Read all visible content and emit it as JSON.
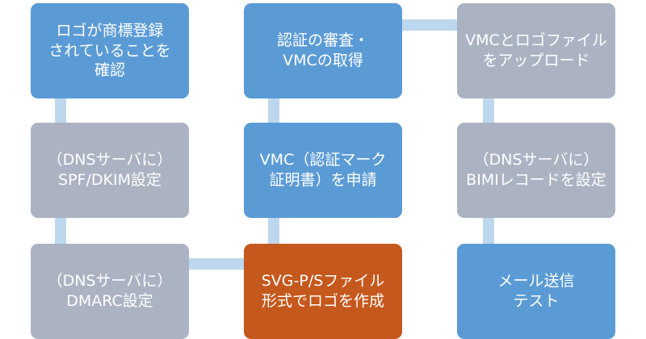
{
  "steps": [
    {
      "id": "trademark",
      "label": "ロゴが商標登録\nされていることを\n確認",
      "state": "blue"
    },
    {
      "id": "spf-dkim",
      "label": "（DNSサーバに）\nSPF/DKIM設定",
      "state": "gray"
    },
    {
      "id": "dmarc",
      "label": "（DNSサーバに）\nDMARC設定",
      "state": "gray"
    },
    {
      "id": "svg-ps",
      "label": "SVG-P/Sファイル\n形式でロゴを作成",
      "state": "orange"
    },
    {
      "id": "vmc-apply",
      "label": "VMC（認証マーク\n証明書）を申請",
      "state": "blue"
    },
    {
      "id": "vmc-review",
      "label": "認証の審査・\nVMCの取得",
      "state": "blue"
    },
    {
      "id": "upload",
      "label": "VMCとロゴファイル\nをアップロード",
      "state": "gray"
    },
    {
      "id": "bimi",
      "label": "（DNSサーバに）\nBIMIレコードを設定",
      "state": "gray"
    },
    {
      "id": "mail-test",
      "label": "メール送信\nテスト",
      "state": "blue"
    }
  ],
  "colors": {
    "blue": "#5b9bd5",
    "gray": "#abb3c3",
    "orange": "#c5581c",
    "connector": "#bdd7ee"
  }
}
